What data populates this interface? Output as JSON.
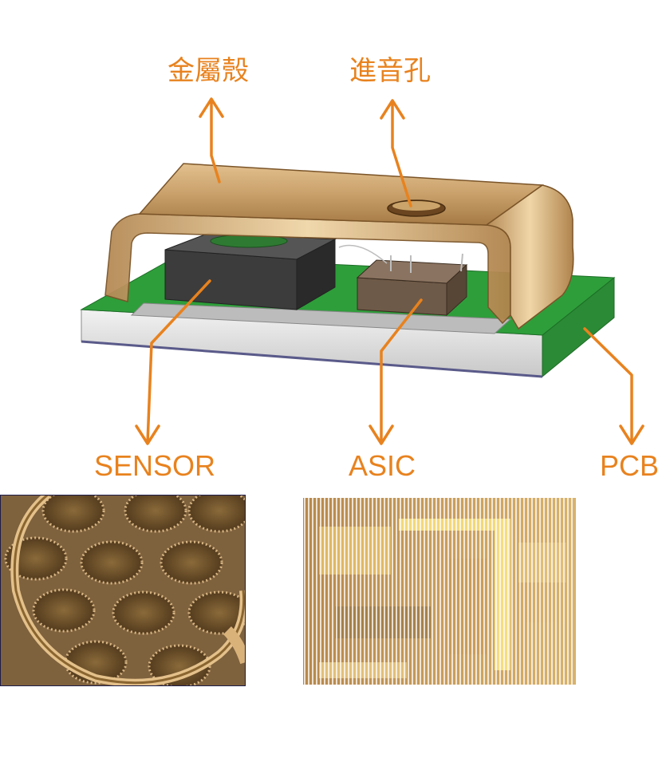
{
  "labels": {
    "metal_shell": "金屬殼",
    "sound_hole": "進音孔",
    "sensor": "SENSOR",
    "asic": "ASIC",
    "pcb": "PCB"
  },
  "colors": {
    "accent": "#e8821e",
    "shell": "#c9a06a",
    "pcb_green": "#2e9e3a",
    "substrate": "#e6e6e6",
    "sensor_block": "#3c3c3c",
    "asic_block": "#6e5a48"
  }
}
